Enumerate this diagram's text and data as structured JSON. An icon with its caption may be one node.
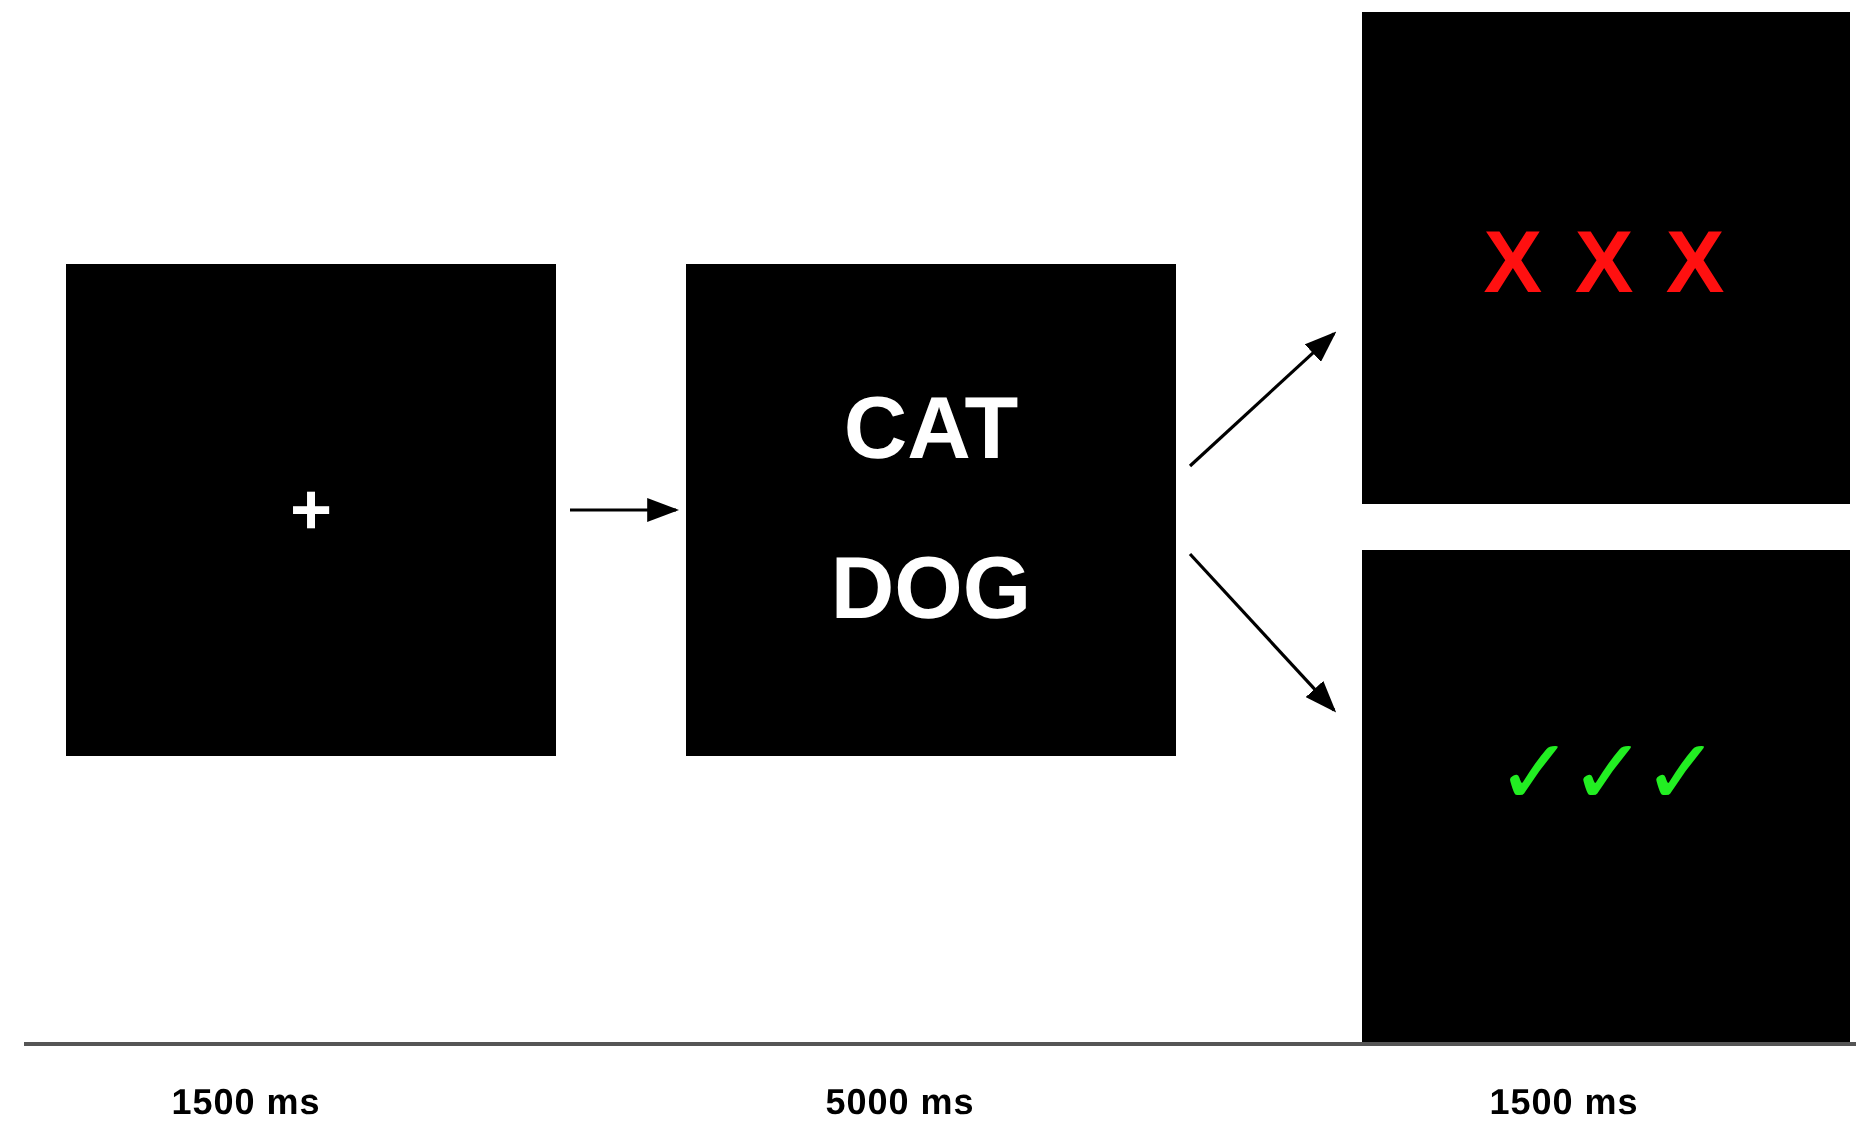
{
  "diagram": {
    "nodes": [
      {
        "text": [
          "+"
        ]
      },
      {
        "text": [
          "CAT",
          "DOG"
        ]
      },
      {
        "text": [
          "X X X"
        ]
      },
      {
        "text": [
          "✓✓✓"
        ]
      }
    ],
    "edges": [
      {
        "from": 0,
        "to": 1,
        "arrow": "to"
      },
      {
        "from": 1,
        "to": 2,
        "arrow": "to"
      },
      {
        "from": 1,
        "to": 3,
        "arrow": "to"
      }
    ],
    "labels": [
      "1500 ms",
      "5000 ms",
      "1500 ms"
    ]
  }
}
